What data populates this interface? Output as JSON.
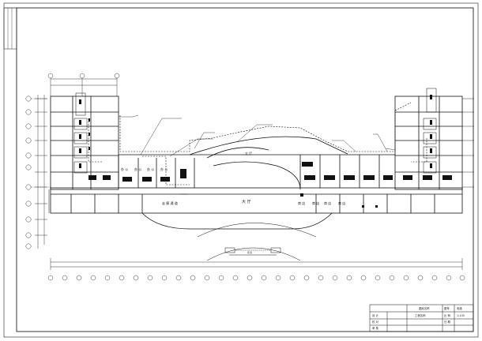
{
  "drawing": {
    "room_labels": [
      {
        "id": "office-1",
        "text": "办 公"
      },
      {
        "id": "office-2",
        "text": "办 公"
      },
      {
        "id": "office-3",
        "text": "办 公"
      },
      {
        "id": "office-4",
        "text": "办 公"
      },
      {
        "id": "hall",
        "text": "大 厅"
      },
      {
        "id": "lobby",
        "text": "大 厅"
      },
      {
        "id": "corridor",
        "text": "走 廊 通 道"
      },
      {
        "id": "shop-1",
        "text": "商 店"
      },
      {
        "id": "shop-2",
        "text": "商 店"
      },
      {
        "id": "shop-3",
        "text": "商 店"
      },
      {
        "id": "shop-4",
        "text": "商 店"
      }
    ],
    "canopy_label": "雨 篷"
  },
  "title_block": {
    "cells": [
      "图纸名称",
      "图号",
      "电施",
      "设 计",
      "校 对",
      "审 核",
      "工程名称",
      "比 例",
      "1:100",
      "日 期"
    ]
  }
}
